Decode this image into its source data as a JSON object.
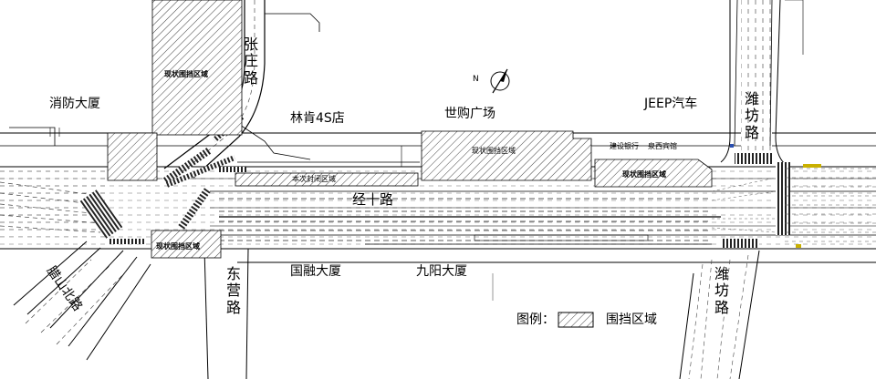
{
  "title": "",
  "labels": {
    "xiaofang": "消防大厦",
    "linken": "林肯4S店",
    "shigou": "世购广场",
    "jeep": "JEEP汽车",
    "jianshe": "建设银行",
    "quanxi": "泉西宾馆",
    "guorong": "国融大厦",
    "jiuyang": "九阳大厦"
  },
  "roads": {
    "jingshi": "经十路",
    "zhangzhuang": "张庄路",
    "weifang_north": "潍坊路",
    "weifang_south": "潍坊路",
    "dongying": "东营路",
    "lishan_north": "腊山北路"
  },
  "zones": {
    "existing_1": "现状围挡区域",
    "existing_2": "现状围挡区域",
    "existing_3": "现状围挡区域",
    "existing_4": "现状围挡区域",
    "current": "本次封闭区域"
  },
  "compass": {
    "letter": "N"
  },
  "legend": {
    "prefix": "图例：",
    "label": "围挡区域"
  },
  "colors": {
    "line": "#000000",
    "hatch": "#555555",
    "yellow_marker": "#d4b800",
    "blue_marker": "#2a4fb0"
  }
}
